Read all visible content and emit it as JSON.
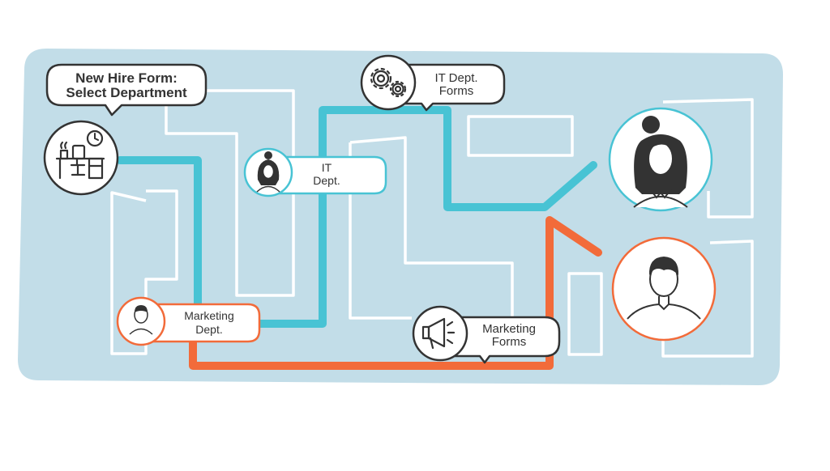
{
  "labels": {
    "new_hire_line1": "New Hire Form:",
    "new_hire_line2": "Select Department",
    "it_dept_line1": "IT",
    "it_dept_line2": "Dept.",
    "it_forms_line1": "IT Dept.",
    "it_forms_line2": "Forms",
    "mkt_dept_line1": "Marketing",
    "mkt_dept_line2": "Dept.",
    "mkt_forms_line1": "Marketing",
    "mkt_forms_line2": "Forms"
  },
  "colors": {
    "board": "#c2dde8",
    "it_path": "#48c3d4",
    "marketing_path": "#f26b3a",
    "maze_line": "#ffffff",
    "text": "#333333"
  },
  "icons": [
    "desk-icon",
    "clock-icon",
    "gears-icon",
    "megaphone-icon",
    "woman-avatar-icon",
    "man-avatar-icon"
  ]
}
